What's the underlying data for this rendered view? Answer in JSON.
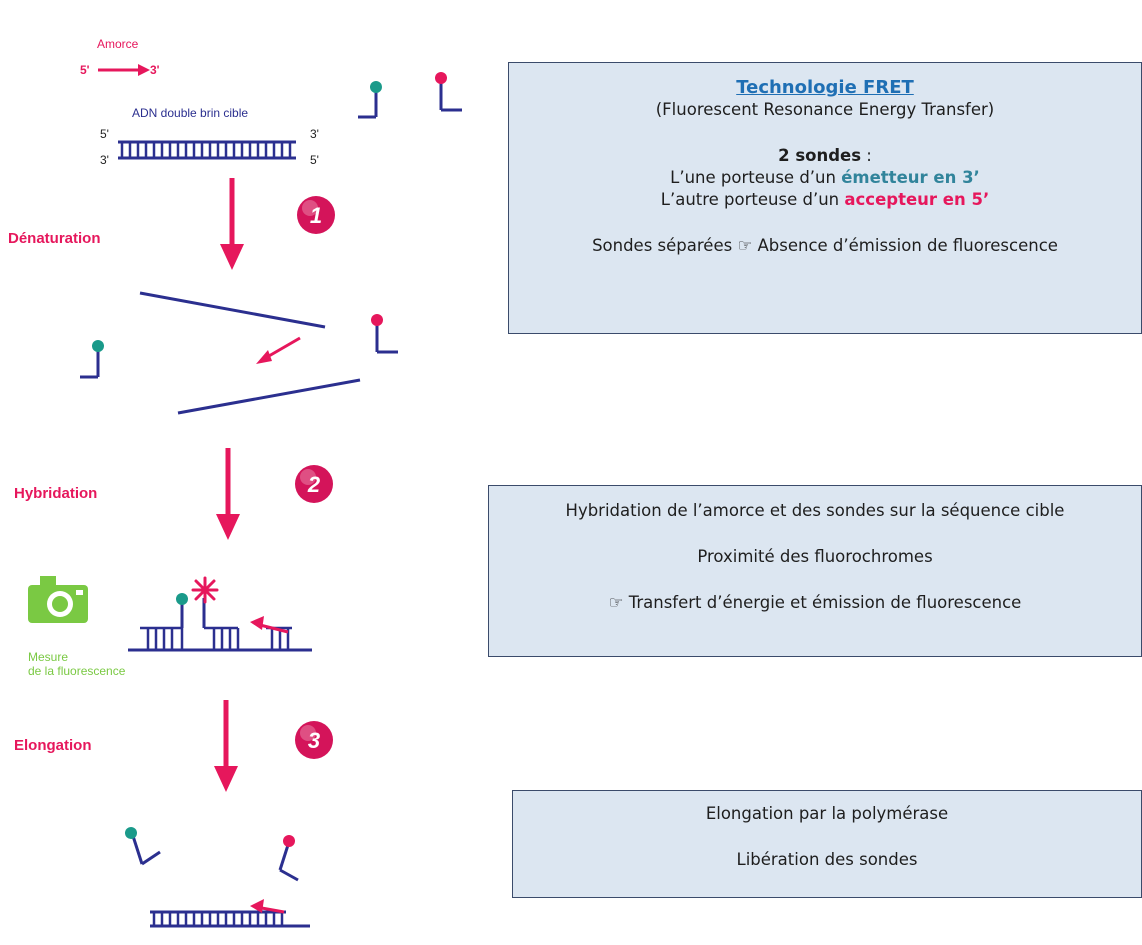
{
  "diagram": {
    "primer_label": "Amorce",
    "primer_5": "5'",
    "primer_3": "3'",
    "dna_label": "ADN double brin cible",
    "dna_5_top": "5'",
    "dna_3_top": "3'",
    "dna_3_bottom": "3'",
    "dna_5_bottom": "5'",
    "steps": [
      {
        "number": "1",
        "label": "Dénaturation"
      },
      {
        "number": "2",
        "label": "Hybridation"
      },
      {
        "number": "3",
        "label": "Elongation"
      }
    ],
    "measure_line1": "Mesure",
    "measure_line2": "de la fluorescence",
    "colors": {
      "strand": "#2b2f8f",
      "arrow": "#e6175c",
      "emitter": "#1a9a8a",
      "acceptor": "#e6175c",
      "measure": "#7ac943"
    }
  },
  "box1": {
    "title": "Technologie FRET",
    "subtitle": "(Fluorescent Resonance Energy Transfer)",
    "probes_count": "2 sondes",
    "probes_colon": " :",
    "line1_prefix": "L’une porteuse d’un ",
    "line1_emph": "émetteur en 3’",
    "line2_prefix": "L’autre porteuse d’un ",
    "line2_emph": "accepteur en 5’",
    "conclusion": "Sondes séparées ☞ Absence d’émission de fluorescence"
  },
  "box2": {
    "line1": "Hybridation de l’amorce et des sondes sur la séquence cible",
    "line2": "Proximité des fluorochromes",
    "line3": "☞ Transfert d’énergie et émission de fluorescence"
  },
  "box3": {
    "line1": "Elongation par la polymérase",
    "line2": "Libération des sondes"
  }
}
